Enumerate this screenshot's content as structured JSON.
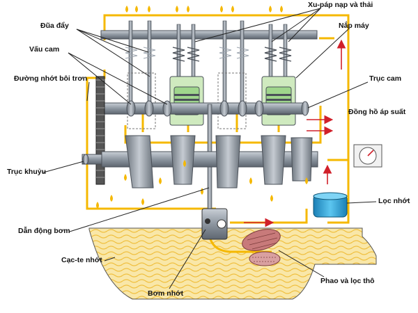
{
  "labels": {
    "push_rod": "Đũa đẩy",
    "valves": "Xu-páp nạp và thải",
    "cylinder_head": "Nắp máy",
    "cam_lobe": "Vấu cam",
    "oil_gallery": "Đường nhớt bôi trơn",
    "camshaft": "Trục cam",
    "pressure_gauge": "Đồng hồ áp suất",
    "crankshaft": "Trục khuỷu",
    "oil_filter": "Lọc nhớt",
    "pump_drive": "Dẫn động bơm",
    "oil_pan": "Cạc-te nhớt",
    "float_strainer": "Phao và lọc thô",
    "oil_pump": "Bơm nhớt"
  },
  "colors": {
    "oil": "#f5b800",
    "oil_light": "#f9e7a8",
    "metal": "#9aa3ad",
    "metal_dark": "#5e6670",
    "piston": "#9fd68c",
    "filter": "#2aa6e0",
    "arrow": "#d0202a",
    "strainer": "#c87a7a"
  }
}
